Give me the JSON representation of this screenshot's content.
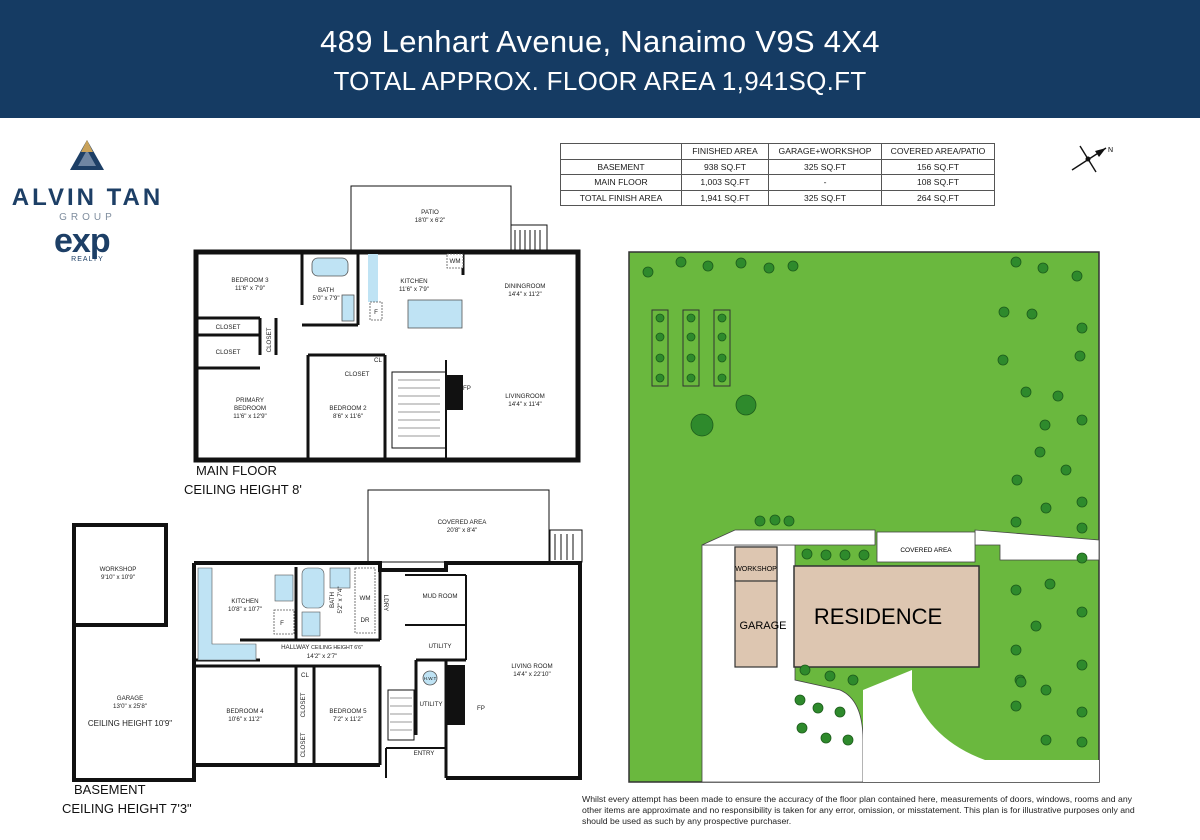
{
  "header": {
    "address": "489 Lenhart Avenue, Nanaimo V9S 4X4",
    "total_area": "TOTAL APPROX. FLOOR AREA 1,941SQ.FT",
    "bg_color": "#153b63"
  },
  "logo": {
    "brand": "ALVIN TAN",
    "group": "GROUP",
    "exp": "exp",
    "realty": "REALTY"
  },
  "area_table": {
    "headers": [
      "",
      "FINISHED AREA",
      "GARAGE+WORKSHOP",
      "COVERED AREA/PATIO"
    ],
    "rows": [
      [
        "BASEMENT",
        "938 SQ.FT",
        "325 SQ.FT",
        "156 SQ.FT"
      ],
      [
        "MAIN FLOOR",
        "1,003 SQ.FT",
        "-",
        "108 SQ.FT"
      ],
      [
        "TOTAL FINISH AREA",
        "1,941 SQ.FT",
        "325 SQ.FT",
        "264 SQ.FT"
      ]
    ]
  },
  "compass": {
    "north": "N"
  },
  "main_floor": {
    "title": "MAIN FLOOR",
    "ceiling": "CEILING HEIGHT 8'",
    "rooms": {
      "patio": "PATIO",
      "patio_dim": "18'0\" x 6'2\"",
      "bedroom3": "BEDROOM 3",
      "bedroom3_dim": "11'6\" x 7'9\"",
      "bath": "BATH",
      "bath_dim": "5'0\" x 7'9\"",
      "kitchen": "KITCHEN",
      "kitchen_dim": "11'6\" x 7'9\"",
      "dining": "DININGROOM",
      "dining_dim": "14'4\" x 11'2\"",
      "closet1": "CLOSET",
      "closet2": "CLOSET",
      "closet3": "CLOSET",
      "closet_v": "CLOSET",
      "cl": "CL",
      "primary": "PRIMARY",
      "primary2": "BEDROOM",
      "primary_dim": "11'6\" x 12'9\"",
      "bedroom2": "BEDROOM 2",
      "bedroom2_dim": "8'6\" x 11'6\"",
      "living": "LIVINGROOM",
      "living_dim": "14'4\" x 11'4\"",
      "fp": "FP",
      "wm": "WM",
      "f": "F"
    }
  },
  "basement": {
    "title": "BASEMENT",
    "ceiling": "CEILING HEIGHT 7'3\"",
    "rooms": {
      "covered": "COVERED AREA",
      "covered_dim": "20'8\" x 8'4\"",
      "workshop": "WORKSHOP",
      "workshop_dim": "9'10\" x 10'9\"",
      "kitchen": "KITCHEN",
      "kitchen_dim": "10'8\" x 10'7\"",
      "bath": "BATH",
      "bath_dim": "5'2\" x 7'4\"",
      "wm": "WM",
      "dr": "DR",
      "ldry": "LDRY",
      "mud": "MUD ROOM",
      "utility": "UTILITY",
      "utility2": "UTILITY",
      "hallway": "HALLWAY",
      "hall_ceiling": "CEILING HEIGHT 6'6\"",
      "hallway_dim": "14'2\" x 2'7\"",
      "garage": "GARAGE",
      "garage_dim": "13'0\" x 25'8\"",
      "garage_ceiling": "CEILING HEIGHT 10'9\"",
      "bedroom4": "BEDROOM 4",
      "bedroom4_dim": "10'6\" x 11'2\"",
      "bedroom5": "BEDROOM 5",
      "bedroom5_dim": "7'2\" x 11'2\"",
      "living": "LIVING ROOM",
      "living_dim": "14'4\" x 22'10\"",
      "closet1": "CLOSET",
      "closet2": "CLOSET",
      "cl": "CL",
      "hwt": "H.W.T",
      "entry": "ENTRY",
      "fp": "FP",
      "f": "F"
    }
  },
  "site": {
    "residence": "RESIDENCE",
    "garage": "GARAGE",
    "workshop": "WORKSHOP",
    "covered": "COVERED AREA",
    "lawn_color": "#6ab83e",
    "residence_color": "#ddc6b1"
  },
  "disclaimer": "Whilst every attempt has been made to ensure the accuracy of the floor plan contained here, measurements of doors, windows, rooms and any other items are approximate and no responsibility is taken for any error, omission, or misstatement. This plan is for illustrative purposes only and should be used as such by any prospective purchaser."
}
